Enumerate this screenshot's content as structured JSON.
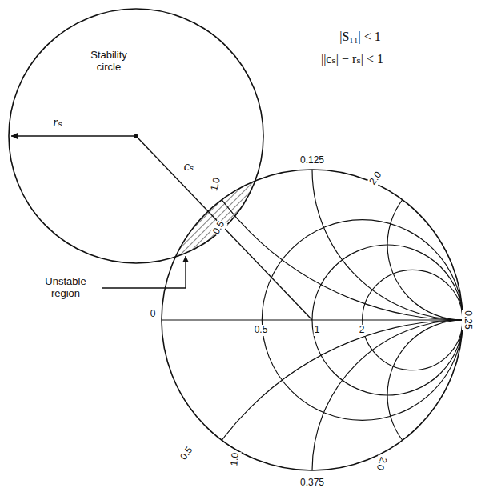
{
  "diagram": {
    "nodes": [
      {
        "text": [
          "Stability circle"
        ]
      }
    ],
    "labels": [
      "|S₁₁| < 1",
      "||cₛ| − rₛ| < 1",
      "0.125",
      "1.0",
      "2.0",
      "rₛ",
      "cₛ",
      "0.5",
      "Unstable region",
      "0",
      "0.5",
      "1",
      "2",
      "0.25",
      "0.5",
      "1.0",
      "2.0",
      "0.375"
    ]
  }
}
